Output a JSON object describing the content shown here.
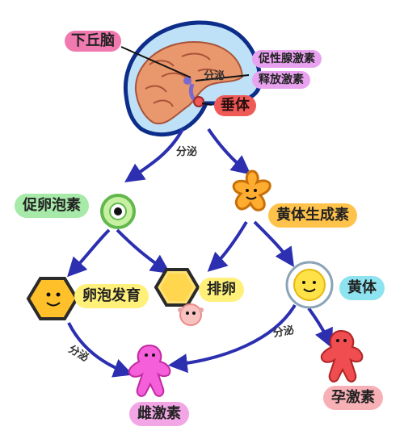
{
  "colors": {
    "arrow": "#2b2fb0",
    "hypothalamus_label_bg": "#f07ab0",
    "gnrh_label_bg": "#e9a2f0",
    "pituitary_label_bg": "#ef5a56",
    "fsh_label_bg": "#a6e9a8",
    "lh_label_bg": "#ffc24a",
    "follicle_label_bg": "#fff07a",
    "ovulation_label_bg": "#fff07a",
    "corpus_luteum_label_bg": "#8ee3f0",
    "estrogen_label_bg": "#f3a6e6",
    "progesterone_label_bg": "#f7b0b6",
    "head_outline": "#0d2d8a",
    "head_fill": "#bfe1f7",
    "brain_fill": "#e9976c"
  },
  "labels": {
    "hypothalamus": "下丘脑",
    "gnrh_line1": "促性腺激素",
    "gnrh_line2": "释放激素",
    "secrete_top": "分泌",
    "pituitary": "垂体",
    "secrete_mid": "分泌",
    "fsh": "促卵泡素",
    "lh": "黄体生成素",
    "follicle_development": "卵泡发育",
    "ovulation": "排卵",
    "corpus_luteum": "黄体",
    "secrete_left": "分泌",
    "secrete_right": "分泌",
    "estrogen": "雌激素",
    "progesterone": "孕激素"
  },
  "icons": {
    "brain": "brain-head-illustration",
    "follicle": "follicle-cell-icon",
    "lh_star": "star-character-icon",
    "hexagon_follicle": "hexagon-character-icon",
    "hexagon_ovulation": "hexagon-icon",
    "egg": "egg-cell-icon",
    "corpus_luteum": "corpus-luteum-icon",
    "estrogen_figure": "estrogen-figure-icon",
    "progesterone_figure": "progesterone-figure-icon"
  }
}
